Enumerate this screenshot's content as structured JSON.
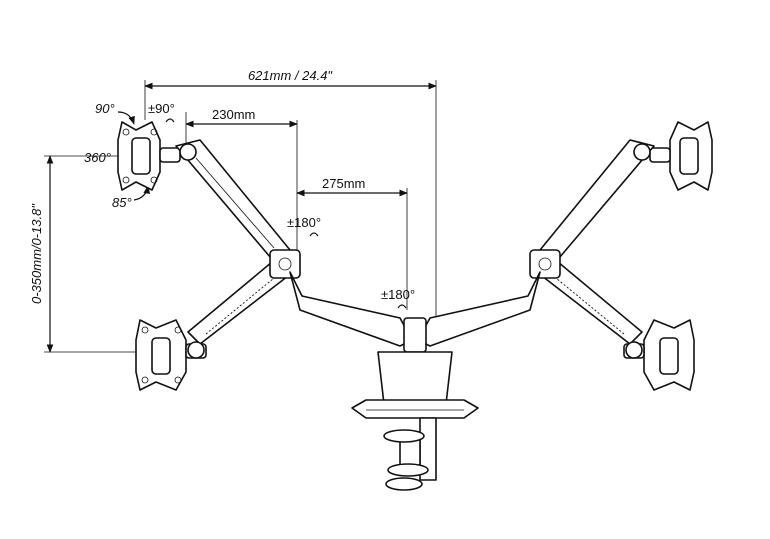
{
  "dimensions": {
    "total_width": "621mm / 24.4\"",
    "arm_upper": "230mm",
    "arm_lower": "275mm",
    "height_range": "0-350mm/0-13.8\""
  },
  "angles": {
    "tilt_up": "90°",
    "pivot": "±90°",
    "rotate": "360°",
    "tilt_down": "85°",
    "elbow_swivel": "±180°",
    "base_swivel": "±180°"
  }
}
